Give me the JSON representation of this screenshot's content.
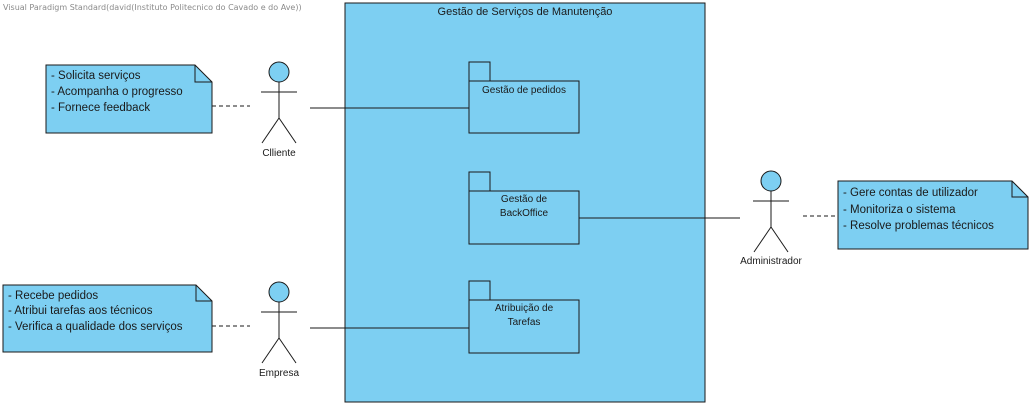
{
  "watermark": "Visual Paradigm Standard(david(Instituto Politecnico do Cavado e do Ave))",
  "colors": {
    "fill": "#7dcff2",
    "stroke": "#1a1a1a"
  },
  "system": {
    "title": "Gestão de Serviços de Manutenção"
  },
  "packages": {
    "pedidos": {
      "lines": [
        "Gestão de pedidos"
      ]
    },
    "backoffice": {
      "lines": [
        "Gestão de",
        "BackOffice"
      ]
    },
    "tarefas": {
      "lines": [
        "Atribuição de",
        "Tarefas"
      ]
    }
  },
  "actors": {
    "cliente": {
      "label": "Clliente"
    },
    "empresa": {
      "label": "Empresa"
    },
    "administrador": {
      "label": "Administrador"
    }
  },
  "notes": {
    "cliente": {
      "lines": [
        "- Solicita serviços",
        "- Acompanha o progresso",
        "- Fornece feedback"
      ]
    },
    "empresa": {
      "lines": [
        "- Recebe pedidos",
        "- Atribui tarefas aos técnicos",
        "- Verifica a qualidade dos serviços"
      ]
    },
    "administrador": {
      "lines": [
        "- Gere contas de utilizador",
        "- Monitoriza o sistema",
        "- Resolve problemas técnicos"
      ]
    }
  }
}
